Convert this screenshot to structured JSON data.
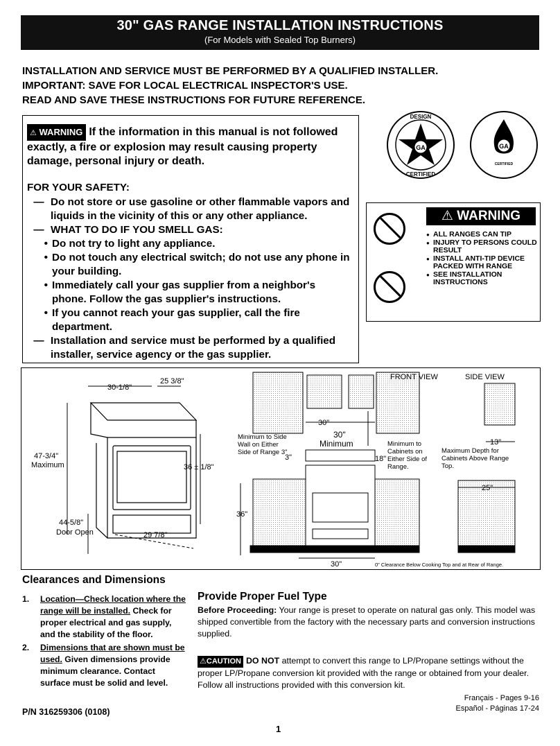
{
  "header": {
    "title": "30\" GAS RANGE INSTALLATION INSTRUCTIONS",
    "subtitle": "(For Models with Sealed Top Burners)"
  },
  "intro": [
    "INSTALLATION AND SERVICE MUST BE PERFORMED BY A QUALIFIED INSTALLER.",
    "IMPORTANT: SAVE FOR LOCAL ELECTRICAL INSPECTOR'S USE.",
    "READ AND SAVE THESE INSTRUCTIONS FOR FUTURE REFERENCE."
  ],
  "safety": {
    "warning_tag": "WARNING",
    "warning_text": "If the information in this manual is not followed exactly, a fire or explosion may result causing property damage, personal injury or death.",
    "heading": "FOR YOUR SAFETY:",
    "dash": "—",
    "bullet": "•",
    "item1": "Do not store or use gasoline or other flammable vapors and liquids in the vicinity of this or any other appliance.",
    "item2": "WHAT TO DO IF YOU SMELL GAS:",
    "sub1": "Do not try to light any appliance.",
    "sub2": "Do not touch any electrical switch; do not use any phone in your building.",
    "sub3": "Immediately call your gas supplier from a neighbor's phone. Follow the gas supplier's instructions.",
    "sub4": "If you cannot reach your gas supplier, call the fire department.",
    "item3": "Installation and service must be performed by a qualified installer, service agency or the gas supplier."
  },
  "seals": {
    "left_top": "DESIGN",
    "left_bottom": "CERTIFIED",
    "center": "GA",
    "right_small": "CERTIFIED"
  },
  "tip_warning": {
    "heading": "WARNING",
    "items": [
      "ALL RANGES CAN TIP",
      "INJURY TO PERSONS COULD RESULT",
      "INSTALL ANTI-TIP DEVICE PACKED WITH RANGE",
      "SEE INSTALLATION INSTRUCTIONS"
    ]
  },
  "diagram": {
    "width": "30-1/8\"",
    "depth_top": "25 3/8\"",
    "height_max": "47-3/4\"",
    "height_max_label": "Maximum",
    "counter_height": "36 ± 1/8\"",
    "door_open": "44-5/8\"",
    "door_open_label": "Door Open",
    "depth_bottom": "29 7/8\"",
    "front_view": "FRONT VIEW",
    "side_view": "SIDE VIEW",
    "opening_top": "30\"",
    "min_upper": "30\"",
    "min_upper_label": "Minimum",
    "side_wall": "Minimum to Side Wall on Either Side of Range 3\"",
    "side_gap": "3\"",
    "cab_gap": "18\"",
    "cab_note": "Minimum to Cabinets on Either Side of Range.",
    "depth_13": "13\"",
    "depth_note": "Maximum Depth for Cabinets Above Range Top.",
    "depth_25": "25\"",
    "counter_36": "36\"",
    "opening_bottom": "30\"",
    "clearance_note": "0\" Clearance Below Cooking Top and at Rear of Range."
  },
  "clearances": {
    "heading": "Clearances and Dimensions",
    "item1_num": "1.",
    "item1_link": "Location—Check location where the range will be installed.",
    "item1_text": "Check for proper electrical and gas supply, and the stability of the floor.",
    "item2_num": "2.",
    "item2_link": "Dimensions that are shown must be used.",
    "item2_text": "Given dimensions provide minimum clearance. Contact surface must be solid and level."
  },
  "fuel": {
    "heading": "Provide Proper Fuel Type",
    "before_label": "Before Proceeding:",
    "before_text": "Your range is preset to operate on natural gas only. This model was shipped convertible from the factory with the necessary parts and conversion instructions supplied.",
    "caution_tag": "CAUTION",
    "caution_bold": "DO NOT",
    "caution_text": "attempt to convert this range to LP/Propane settings without the proper LP/Propane conversion kit provided with the range or obtained from your dealer. Follow all instructions provided with this conversion kit."
  },
  "footer": {
    "french": "Français - Pages 9-16",
    "spanish": "Español - Páginas 17-24",
    "part_number": "P/N 316259306 (0108)",
    "page": "1"
  }
}
